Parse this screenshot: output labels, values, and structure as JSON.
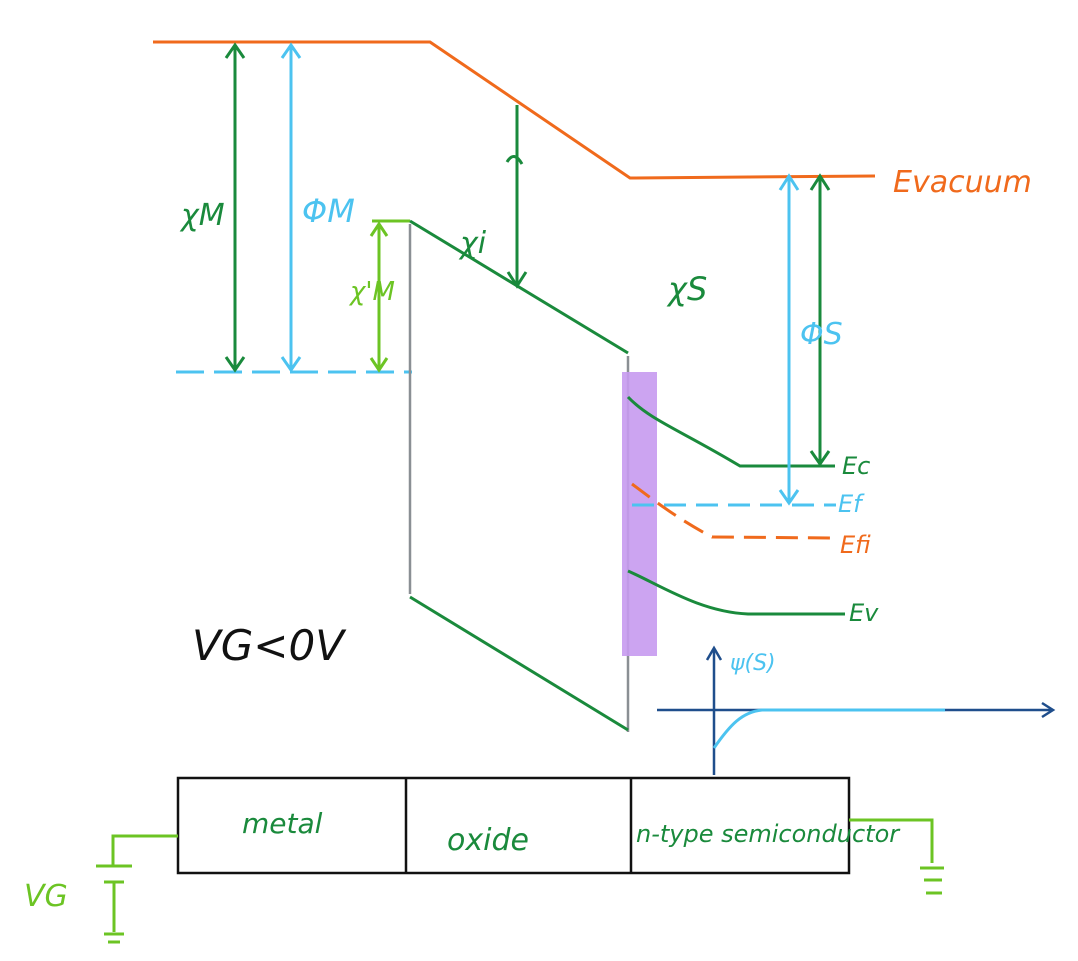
{
  "labels": {
    "evacuum": "Evacuum",
    "chi_m": "χM",
    "phi_m": "ΦM",
    "chi_m_prime": "χ'M",
    "chi_i": "χi",
    "chi_s": "χS",
    "phi_s": "ΦS",
    "ec": "Ec",
    "ef": "Ef",
    "efi": "Efi",
    "ev": "Ev",
    "vg_condition": "VG<0V",
    "psi_s": "ψ(S)",
    "metal": "metal",
    "oxide": "oxide",
    "semiconductor": "n-type semiconductor",
    "vg": "VG"
  },
  "colors": {
    "orange": "#f06a1c",
    "dark_green": "#1a8a3c",
    "light_blue": "#4cc3f0",
    "lime": "#6cc424",
    "gray": "#8a8f94",
    "purple": "#c79af0",
    "navy": "#1f4e8c",
    "black": "#111111"
  }
}
